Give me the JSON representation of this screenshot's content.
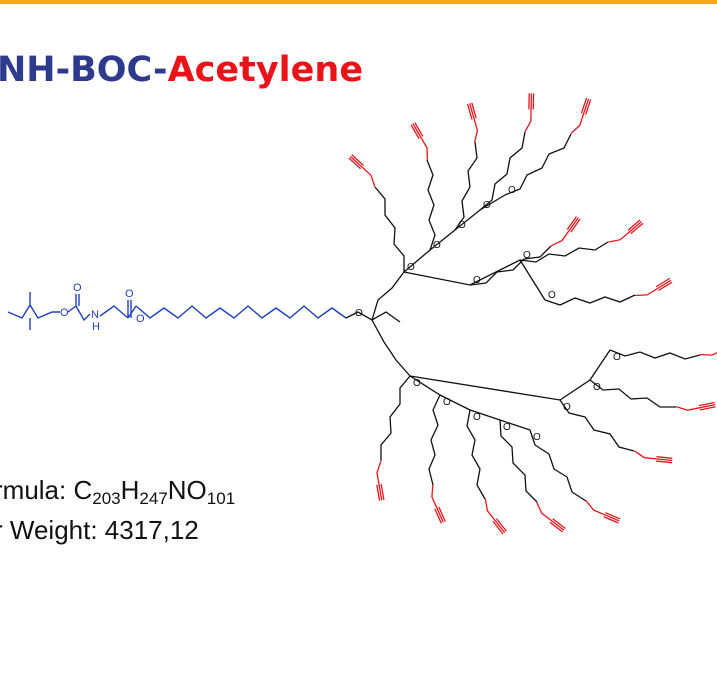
{
  "colors": {
    "accent_bar": "#f5a623",
    "title_blue": "#2e3a8c",
    "title_red": "#e8141a",
    "linker_blue": "#1f3fbf",
    "terminal_red": "#e8141a",
    "bond_black": "#111111"
  },
  "title": {
    "part_blue": "NH-BOC-",
    "part_red": "Acetylene"
  },
  "formula": {
    "label": "rmula: C",
    "c": "203",
    "h_label": "H",
    "h": "247",
    "no_label": "NO",
    "o": "101"
  },
  "weight": {
    "text": "r Weight: 4317,12"
  },
  "atoms": {
    "o": "O",
    "n": "N",
    "h": "H"
  }
}
